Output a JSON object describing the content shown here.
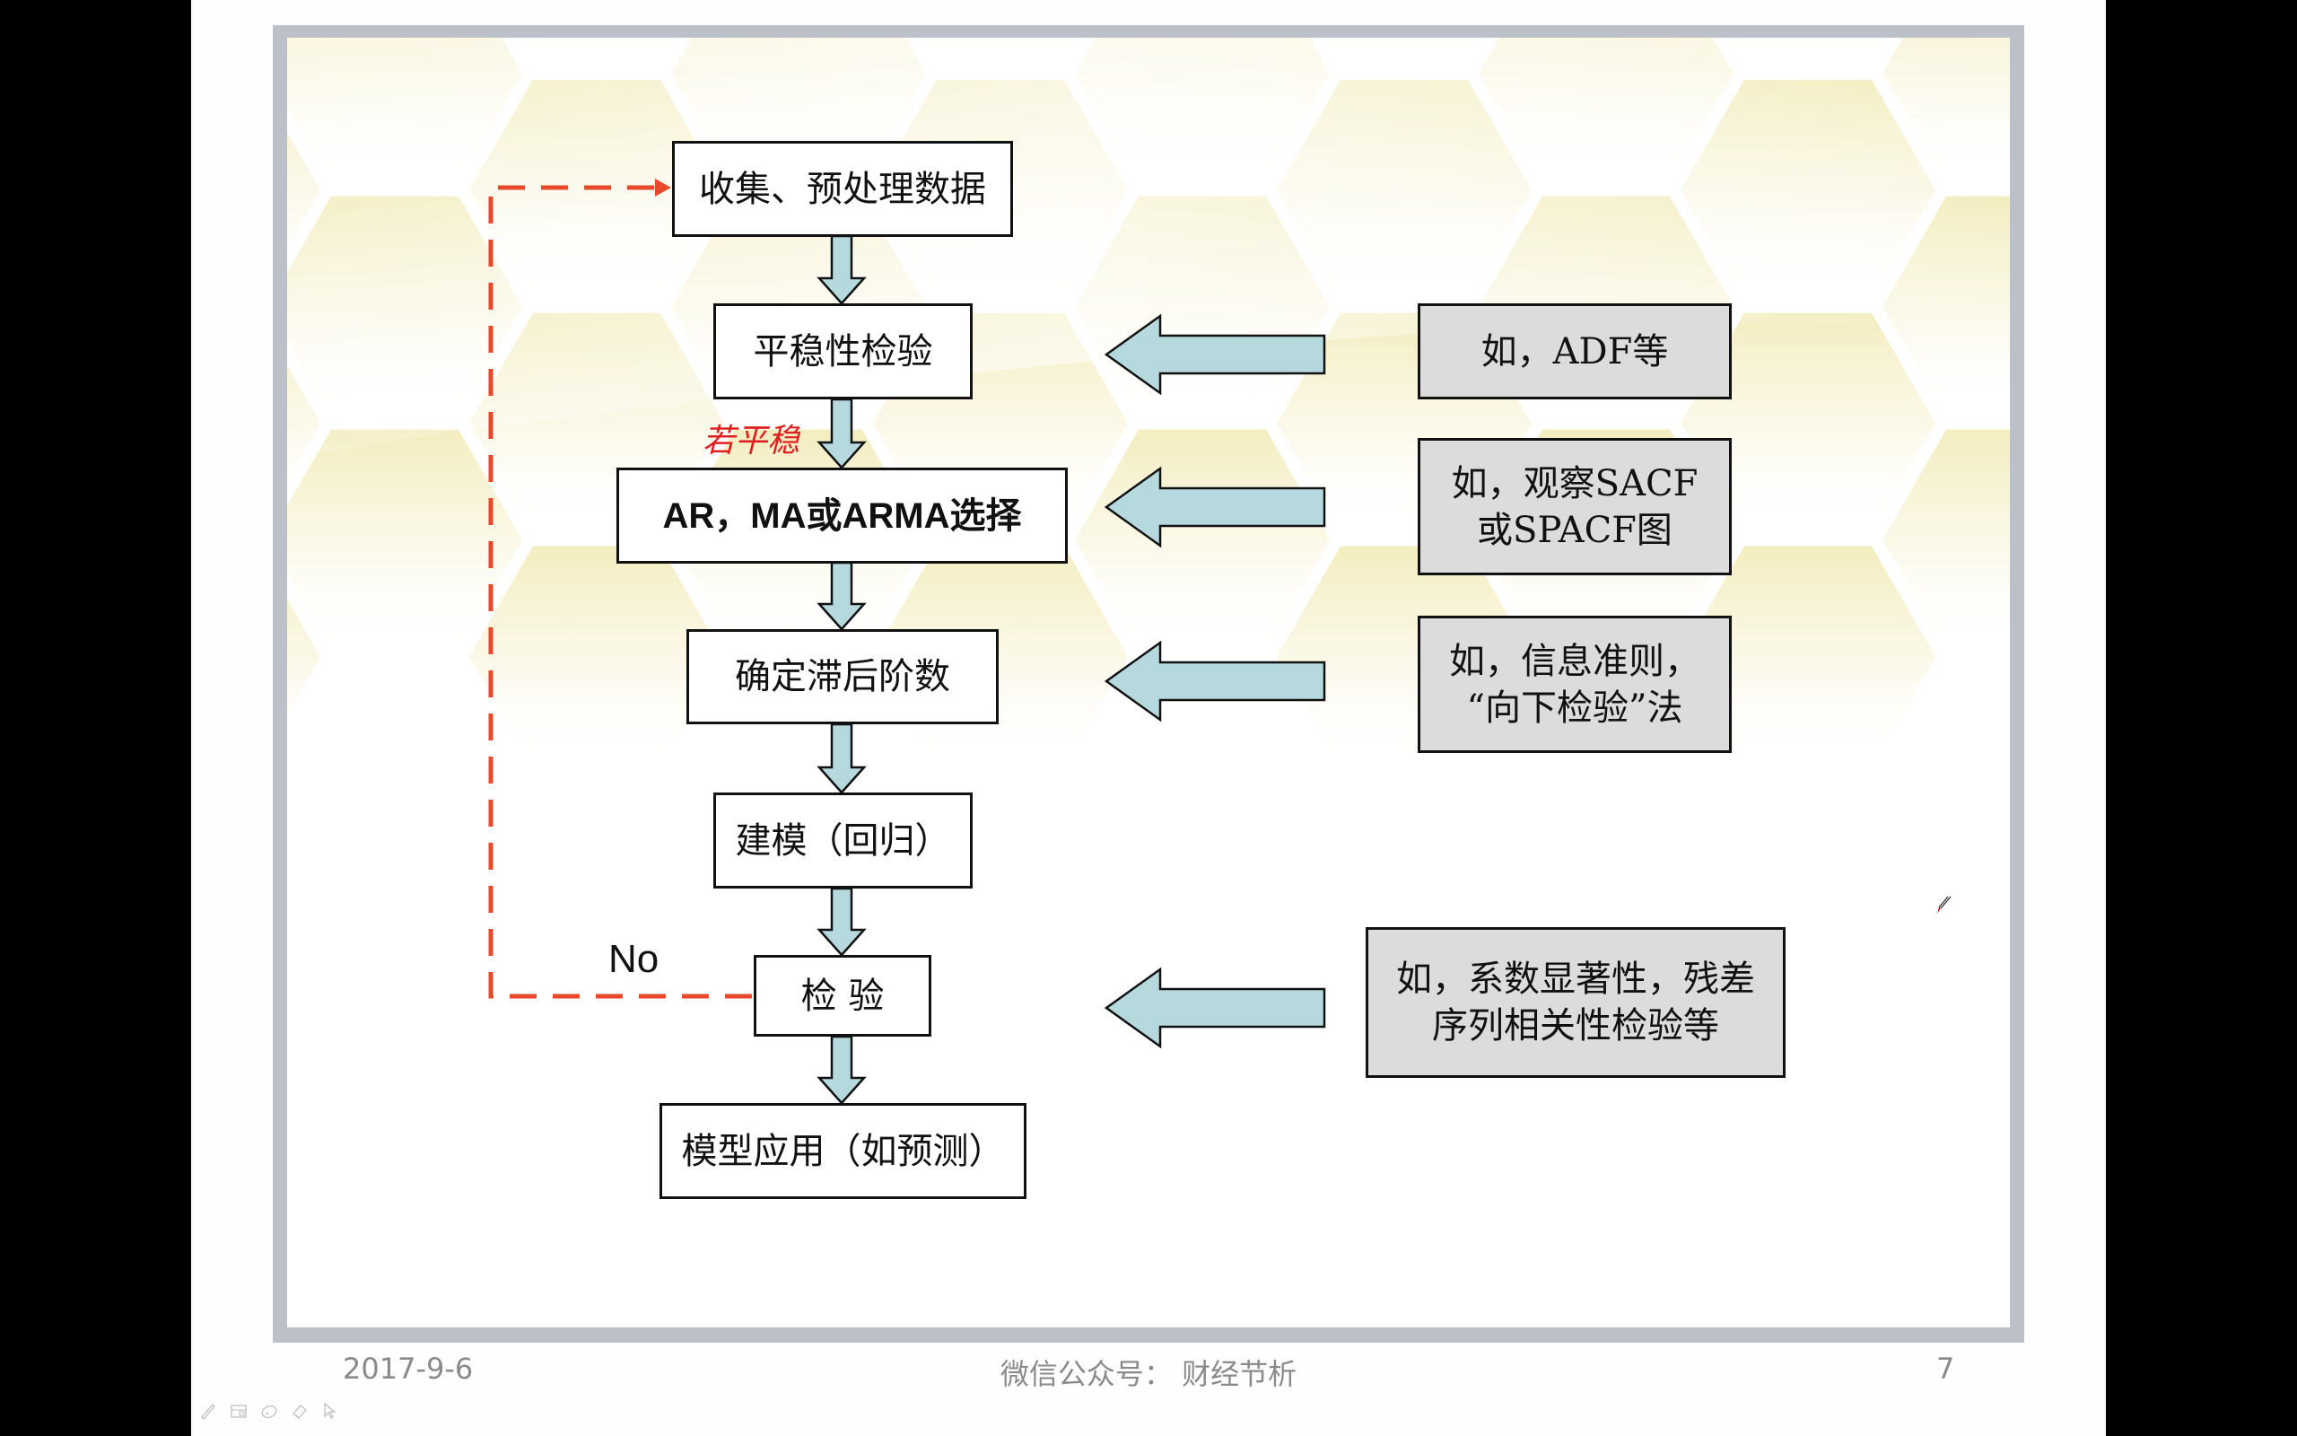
{
  "flowchart": {
    "steps": [
      {
        "id": "collect",
        "label": "收集、预处理数据"
      },
      {
        "id": "stationarity",
        "label": "平稳性检验"
      },
      {
        "id": "model_select",
        "label": "AR，MA或ARMA选择"
      },
      {
        "id": "lag_order",
        "label": "确定滞后阶数"
      },
      {
        "id": "estimate",
        "label": "建模（回归）"
      },
      {
        "id": "test",
        "label": "检 验"
      },
      {
        "id": "apply",
        "label": "模型应用（如预测）"
      }
    ],
    "condition_label": "若平稳",
    "loop_label": "No",
    "notes": [
      {
        "target": "stationarity",
        "text": "如，ADF等"
      },
      {
        "target": "model_select",
        "text": "如，观察SACF\n或SPACF图"
      },
      {
        "target": "lag_order",
        "text": "如，信息准则，\n“向下检验”法"
      },
      {
        "target": "test",
        "text": "如，系数显著性，残差\n序列相关性检验等"
      }
    ]
  },
  "footer": {
    "date": "2017-9-6",
    "center": "微信公众号： 财经节析",
    "page_number": "7"
  },
  "toolbar": {
    "icons": [
      "pen-icon",
      "slides-grid-icon",
      "highlighter-icon",
      "eraser-icon",
      "pointer-icon"
    ]
  },
  "colors": {
    "arrow_fill": "#b5d9dd",
    "note_fill": "#dcdcdc",
    "loop_line": "#e8492a",
    "condition_text": "#e02020",
    "frame": "#bcc0c8"
  }
}
